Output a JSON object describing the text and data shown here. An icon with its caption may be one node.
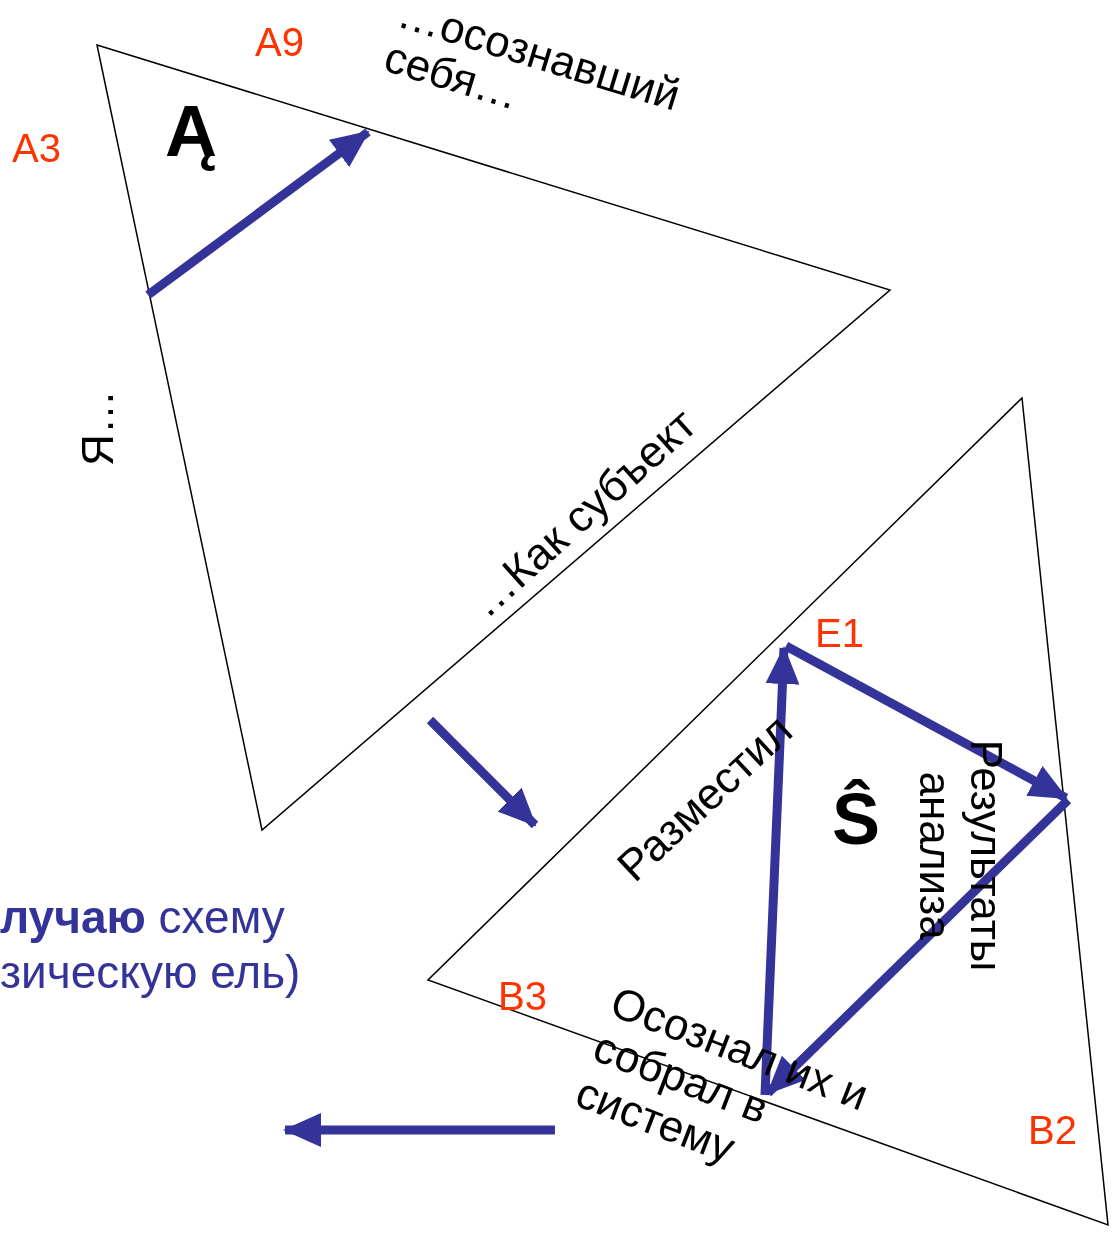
{
  "diagram": {
    "nodes": [
      {
        "text": [
          "Ą"
        ]
      },
      {
        "text": [
          "Ŝ"
        ]
      },
      {
        "text": [
          "**лучаю** схему зическую ель)"
        ]
      }
    ],
    "edges": [
      {
        "from": 0,
        "to": 1,
        "arrow": "to"
      },
      {
        "from": null,
        "to": 2,
        "arrow": "to"
      }
    ],
    "labels": [
      "A9",
      "A3",
      "…осознавший себя…",
      "Я…",
      "…Как субъект",
      "E1",
      "Разместил",
      "Результаты анализа",
      "B3",
      "Осознал их и собрал в систему",
      "B2"
    ]
  }
}
